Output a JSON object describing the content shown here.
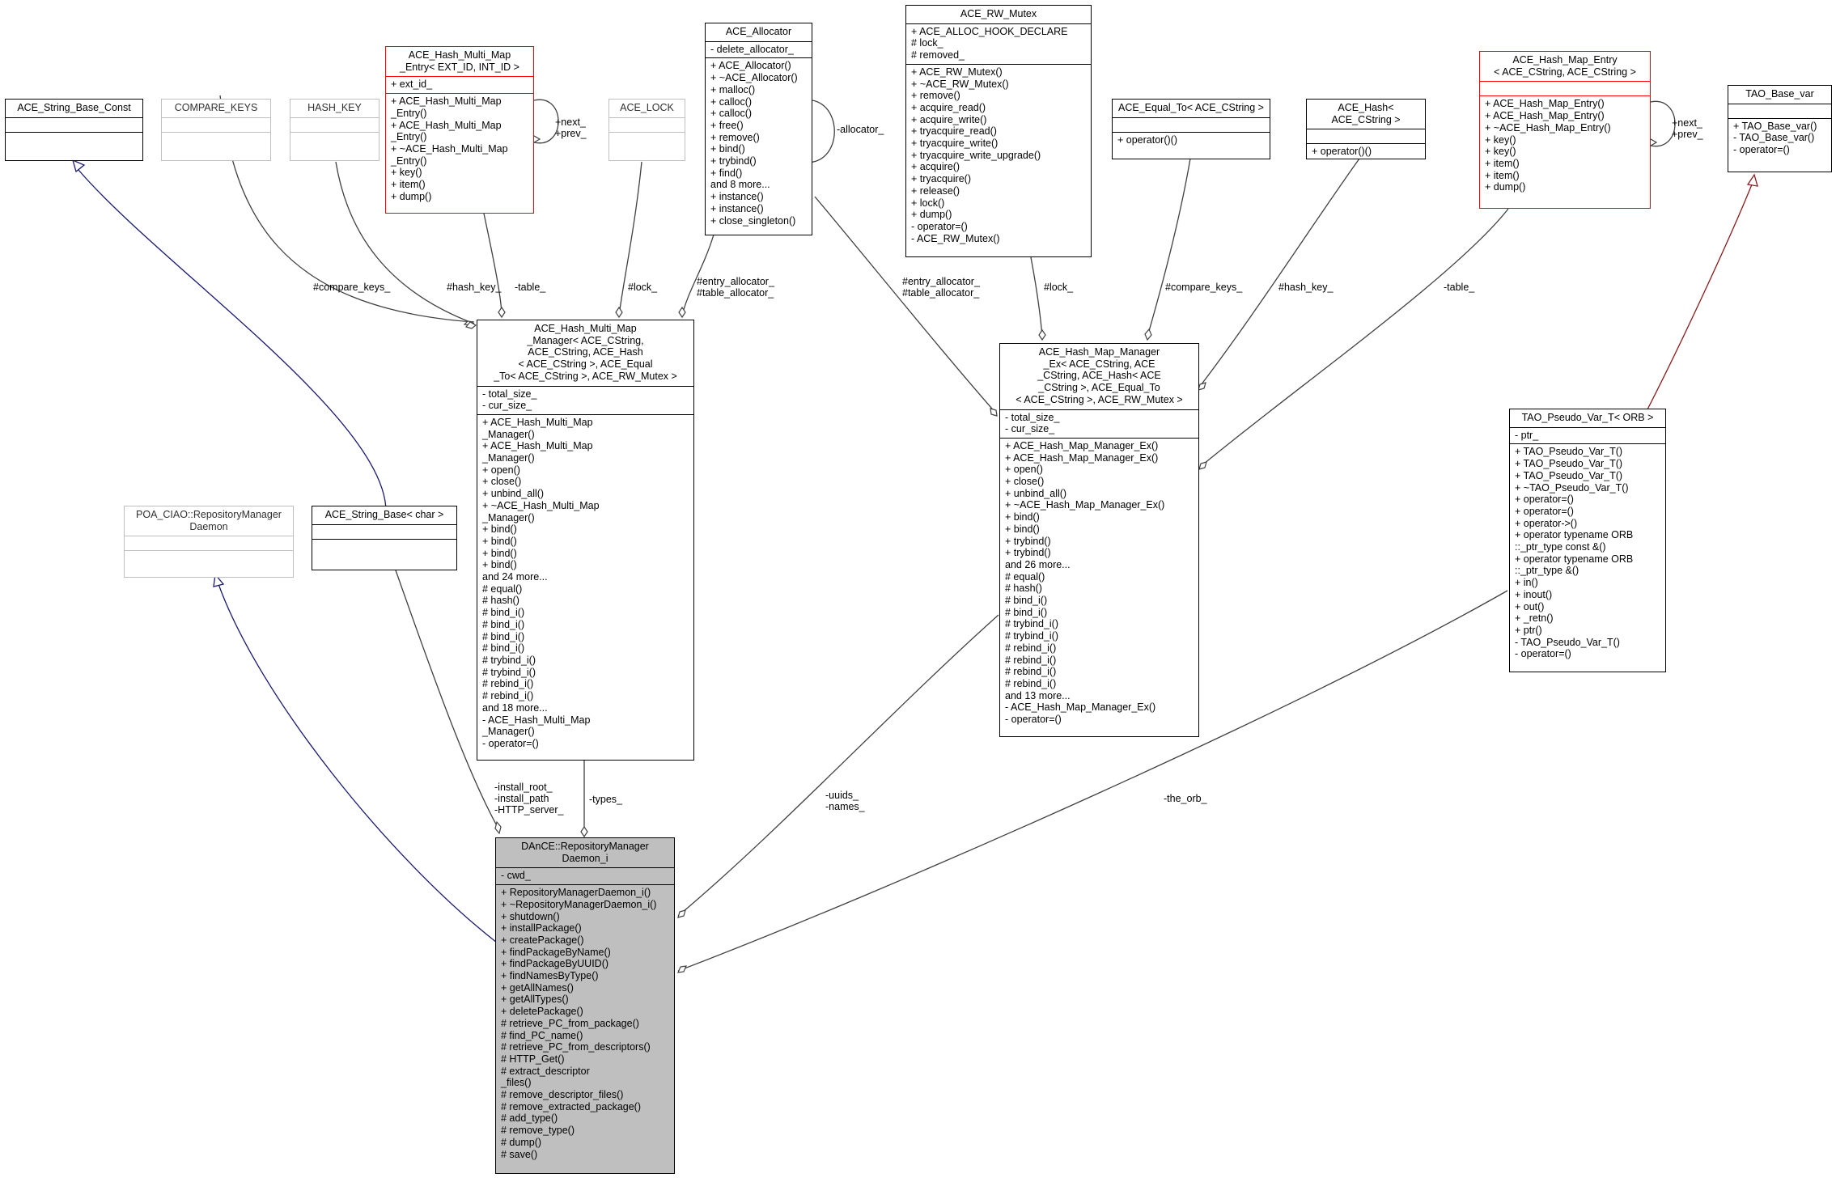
{
  "nodes": {
    "string_base_const": {
      "title": "ACE_String_Base_Const",
      "attrs": [],
      "methods": []
    },
    "compare_keys": {
      "title": "COMPARE_KEYS",
      "attrs": [],
      "methods": []
    },
    "hash_key": {
      "title": "HASH_KEY",
      "attrs": [],
      "methods": []
    },
    "hash_multi_map_entry": {
      "title": "ACE_Hash_Multi_Map\n_Entry< EXT_ID, INT_ID >",
      "attrs": [
        "+ ext_id_"
      ],
      "methods": [
        "+ ACE_Hash_Multi_Map",
        "_Entry()",
        "+ ACE_Hash_Multi_Map",
        "_Entry()",
        "+ ~ACE_Hash_Multi_Map",
        "_Entry()",
        "+ key()",
        "+ item()",
        "+ dump()"
      ]
    },
    "ace_lock": {
      "title": "ACE_LOCK",
      "attrs": [],
      "methods": []
    },
    "ace_allocator": {
      "title": "ACE_Allocator",
      "attrs": [
        "- delete_allocator_"
      ],
      "methods": [
        "+ ACE_Allocator()",
        "+ ~ACE_Allocator()",
        "+ malloc()",
        "+ calloc()",
        "+ calloc()",
        "+ free()",
        "+ remove()",
        "+ bind()",
        "+ trybind()",
        "+ find()",
        "and 8 more...",
        "+ instance()",
        "+ instance()",
        "+ close_singleton()"
      ]
    },
    "rw_mutex": {
      "title": "ACE_RW_Mutex",
      "attrs": [
        "+ ACE_ALLOC_HOOK_DECLARE",
        "# lock_",
        "# removed_"
      ],
      "methods": [
        "+ ACE_RW_Mutex()",
        "+ ~ACE_RW_Mutex()",
        "+ remove()",
        "+ acquire_read()",
        "+ acquire_write()",
        "+ tryacquire_read()",
        "+ tryacquire_write()",
        "+ tryacquire_write_upgrade()",
        "+ acquire()",
        "+ tryacquire()",
        "+ release()",
        "+ lock()",
        "+ dump()",
        "- operator=()",
        "- ACE_RW_Mutex()"
      ]
    },
    "equal_to": {
      "title": "ACE_Equal_To< ACE_CString >",
      "attrs": [],
      "methods": [
        "+ operator()()"
      ]
    },
    "ace_hash": {
      "title": "ACE_Hash< ACE_CString >",
      "attrs": [],
      "methods": [
        "+ operator()()"
      ]
    },
    "hash_map_entry": {
      "title": "ACE_Hash_Map_Entry\n< ACE_CString, ACE_CString >",
      "attrs": [],
      "methods": [
        "+ ACE_Hash_Map_Entry()",
        "+ ACE_Hash_Map_Entry()",
        "+ ~ACE_Hash_Map_Entry()",
        "+ key()",
        "+ key()",
        "+ item()",
        "+ item()",
        "+ dump()"
      ]
    },
    "tao_base_var": {
      "title": "TAO_Base_var",
      "attrs": [],
      "methods": [
        "+ TAO_Base_var()",
        "- TAO_Base_var()",
        "- operator=()"
      ]
    },
    "hash_multi_map_manager": {
      "title": "ACE_Hash_Multi_Map\n_Manager< ACE_CString,\n ACE_CString, ACE_Hash\n< ACE_CString >, ACE_Equal\n_To< ACE_CString >, ACE_RW_Mutex >",
      "attrs": [
        "- total_size_",
        "- cur_size_"
      ],
      "methods": [
        "+ ACE_Hash_Multi_Map",
        "_Manager()",
        "+ ACE_Hash_Multi_Map",
        "_Manager()",
        "+ open()",
        "+ close()",
        "+ unbind_all()",
        "+ ~ACE_Hash_Multi_Map",
        "_Manager()",
        "+ bind()",
        "+ bind()",
        "+ bind()",
        "+ bind()",
        "and 24 more...",
        "# equal()",
        "# hash()",
        "# bind_i()",
        "# bind_i()",
        "# bind_i()",
        "# bind_i()",
        "# trybind_i()",
        "# trybind_i()",
        "# rebind_i()",
        "# rebind_i()",
        "and 18 more...",
        "- ACE_Hash_Multi_Map",
        "_Manager()",
        "- operator=()"
      ]
    },
    "hash_map_manager_ex": {
      "title": "ACE_Hash_Map_Manager\n_Ex< ACE_CString, ACE\n_CString, ACE_Hash< ACE\n_CString >, ACE_Equal_To\n< ACE_CString >, ACE_RW_Mutex >",
      "attrs": [
        "- total_size_",
        "- cur_size_"
      ],
      "methods": [
        "+ ACE_Hash_Map_Manager_Ex()",
        "+ ACE_Hash_Map_Manager_Ex()",
        "+ open()",
        "+ close()",
        "+ unbind_all()",
        "+ ~ACE_Hash_Map_Manager_Ex()",
        "+ bind()",
        "+ bind()",
        "+ trybind()",
        "+ trybind()",
        "and 26 more...",
        "# equal()",
        "# hash()",
        "# bind_i()",
        "# bind_i()",
        "# trybind_i()",
        "# trybind_i()",
        "# rebind_i()",
        "# rebind_i()",
        "# rebind_i()",
        "# rebind_i()",
        "and 13 more...",
        "- ACE_Hash_Map_Manager_Ex()",
        "- operator=()"
      ]
    },
    "poa_repo": {
      "title": "POA_CIAO::RepositoryManager\nDaemon",
      "attrs": [],
      "methods": []
    },
    "string_base_char": {
      "title": "ACE_String_Base< char >",
      "attrs": [],
      "methods": []
    },
    "tao_pseudo_var": {
      "title": "TAO_Pseudo_Var_T< ORB >",
      "attrs": [
        "- ptr_"
      ],
      "methods": [
        "+ TAO_Pseudo_Var_T()",
        "+ TAO_Pseudo_Var_T()",
        "+ TAO_Pseudo_Var_T()",
        "+ ~TAO_Pseudo_Var_T()",
        "+ operator=()",
        "+ operator=()",
        "+ operator->()",
        "+ operator typename ORB",
        "::_ptr_type const &()",
        "+ operator typename ORB",
        "::_ptr_type &()",
        "+ in()",
        "+ inout()",
        "+ out()",
        "+ _retn()",
        "+ ptr()",
        "- TAO_Pseudo_Var_T()",
        "- operator=()"
      ]
    },
    "daemon_i": {
      "title": "DAnCE::RepositoryManager\nDaemon_i",
      "attrs": [
        "- cwd_"
      ],
      "methods": [
        "+ RepositoryManagerDaemon_i()",
        "+ ~RepositoryManagerDaemon_i()",
        "+ shutdown()",
        "+ installPackage()",
        "+ createPackage()",
        "+ findPackageByName()",
        "+ findPackageByUUID()",
        "+ findNamesByType()",
        "+ getAllNames()",
        "+ getAllTypes()",
        "+ deletePackage()",
        "# retrieve_PC_from_package()",
        "# find_PC_name()",
        "# retrieve_PC_from_descriptors()",
        "# HTTP_Get()",
        "# extract_descriptor",
        "_files()",
        "# remove_descriptor_files()",
        "# remove_extracted_package()",
        "# add_type()",
        "# remove_type()",
        "# dump()",
        "# save()"
      ]
    }
  },
  "edge_labels": {
    "self_next_prev_1": "+next_\n+prev_",
    "allocator_self": "-allocator_",
    "self_next_prev_2": "+next_\n+prev_",
    "compare_keys_1": "#compare_keys_",
    "hash_key_1": "#hash_key_",
    "table_1": "-table_",
    "lock_1": "#lock_",
    "entry_alloc_1": "#entry_allocator_\n#table_allocator_",
    "entry_alloc_2": "#entry_allocator_\n#table_allocator_",
    "lock_2": "#lock_",
    "compare_keys_2": "#compare_keys_",
    "hash_key_2": "#hash_key_",
    "table_2": "-table_",
    "install": "-install_root_\n-install_path\n-HTTP_server_",
    "types": "-types_",
    "uuids": "-uuids_\n-names_",
    "the_orb": "-the_orb_"
  },
  "colors": {
    "usage_edge": "#404040",
    "inherit_edge": "#191970",
    "template_edge": "#8b1a1a",
    "main_fill": "#bfbfbf",
    "red_border": "#ff0000",
    "gray_border": "#bfbfbf"
  }
}
